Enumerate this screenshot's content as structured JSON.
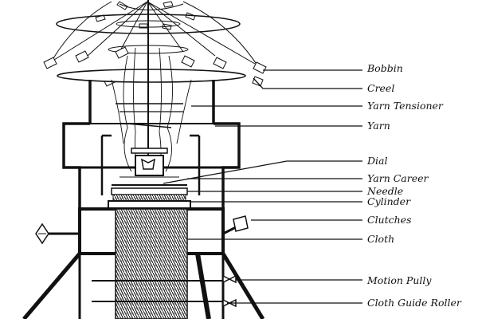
{
  "labels": {
    "bobbin": "Bobbin",
    "creel": "Creel",
    "yarn_tensioner": "Yarn Tensioner",
    "yarn": "Yarn",
    "dial": "Dial",
    "yarn_career": "Yarn Career",
    "needle": "Needle",
    "cylinder": "Cylinder",
    "clutches": "Clutches",
    "cloth": "Cloth",
    "motion_pully": "Motion Pully",
    "cloth_guide_roller": "Cloth Guide Roller"
  },
  "colors": {
    "ink": "#111111",
    "background": "#ffffff"
  }
}
